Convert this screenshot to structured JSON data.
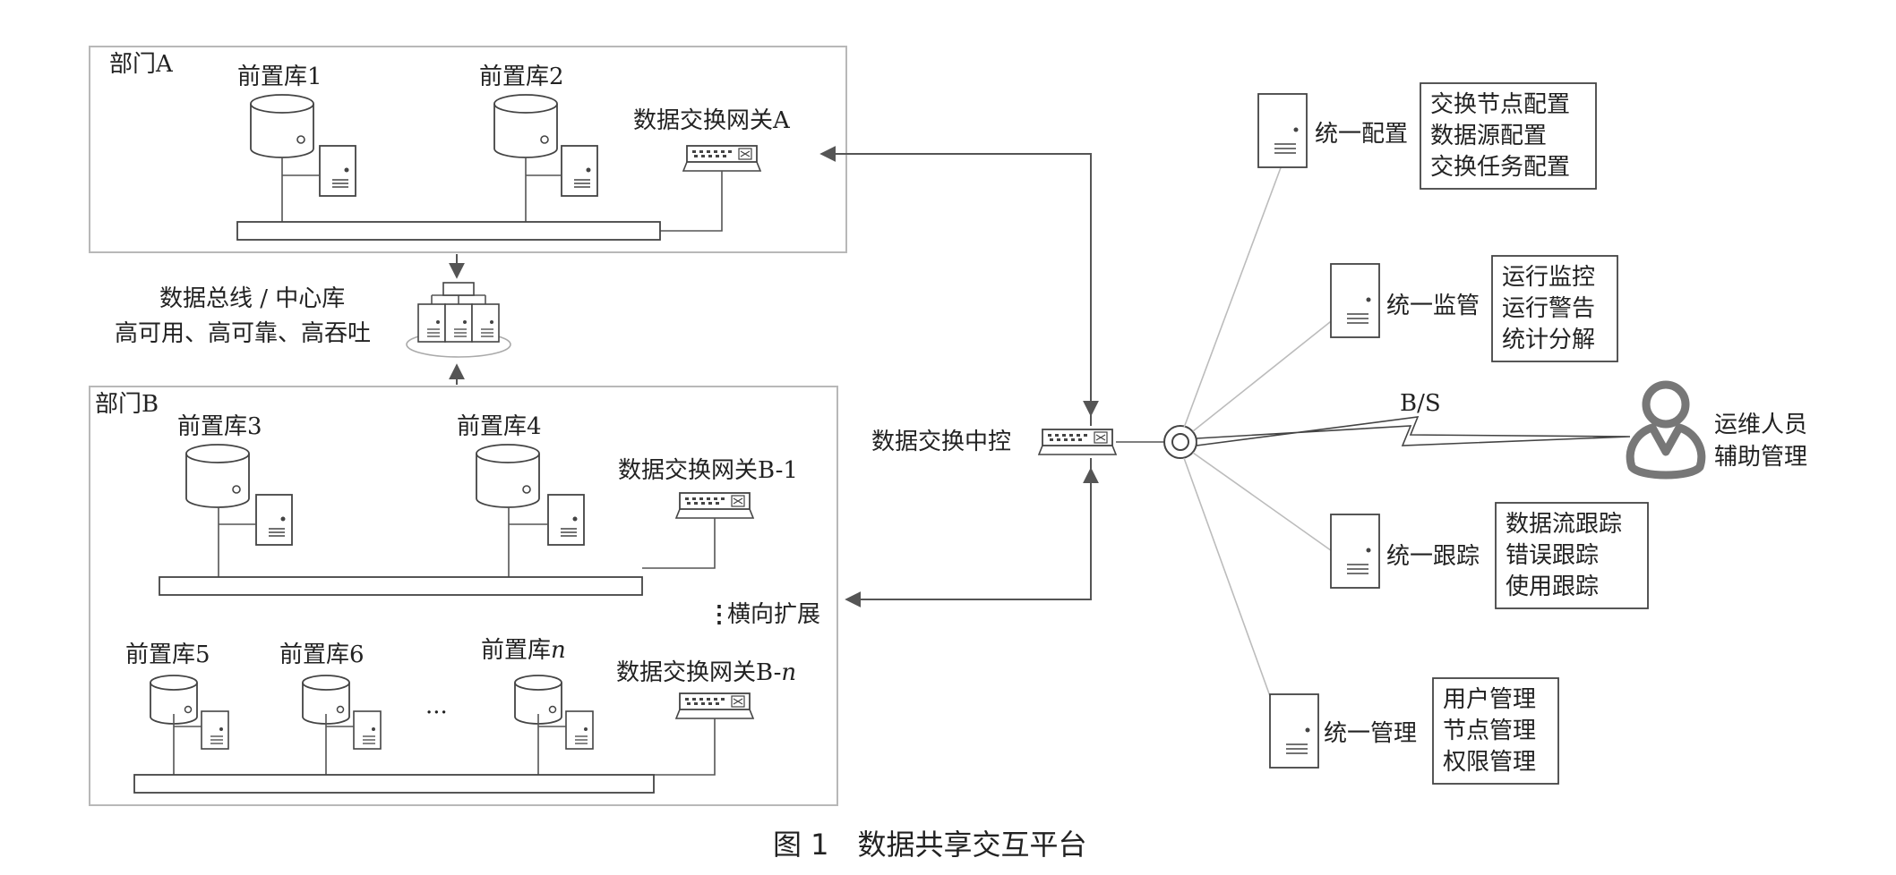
{
  "dept_a": {
    "label": "部门A",
    "db1": "前置库1",
    "db2": "前置库2",
    "gateway": "数据交换网关A"
  },
  "center": {
    "line1": "数据总线 / 中心库",
    "line2": "高可用、高可靠、高吞吐"
  },
  "dept_b": {
    "label": "部门B",
    "db3": "前置库3",
    "db4": "前置库4",
    "gateway1": "数据交换网关B-1",
    "db5": "前置库5",
    "db6": "前置库6",
    "dbn_prefix": "前置库",
    "dbn_italic": "n",
    "ellipsis": "···",
    "gatewayn_prefix": "数据交换网关B-",
    "gatewayn_italic": "n"
  },
  "hub": {
    "label": "数据交换中控",
    "expand": "横向扩展"
  },
  "services": {
    "config": {
      "label": "统一配置",
      "items": [
        "交换节点配置",
        "数据源配置",
        "交换任务配置"
      ]
    },
    "monitor": {
      "label": "统一监管",
      "items": [
        "运行监控",
        "运行警告",
        "统计分解"
      ]
    },
    "trace": {
      "label": "统一跟踪",
      "items": [
        "数据流跟踪",
        "错误跟踪",
        "使用跟踪"
      ]
    },
    "manage": {
      "label": "统一管理",
      "items": [
        "用户管理",
        "节点管理",
        "权限管理"
      ]
    }
  },
  "bs_label": "B/S",
  "operator": {
    "line1": "运维人员",
    "line2": "辅助管理"
  },
  "caption": "图 1　数据共享交互平台"
}
